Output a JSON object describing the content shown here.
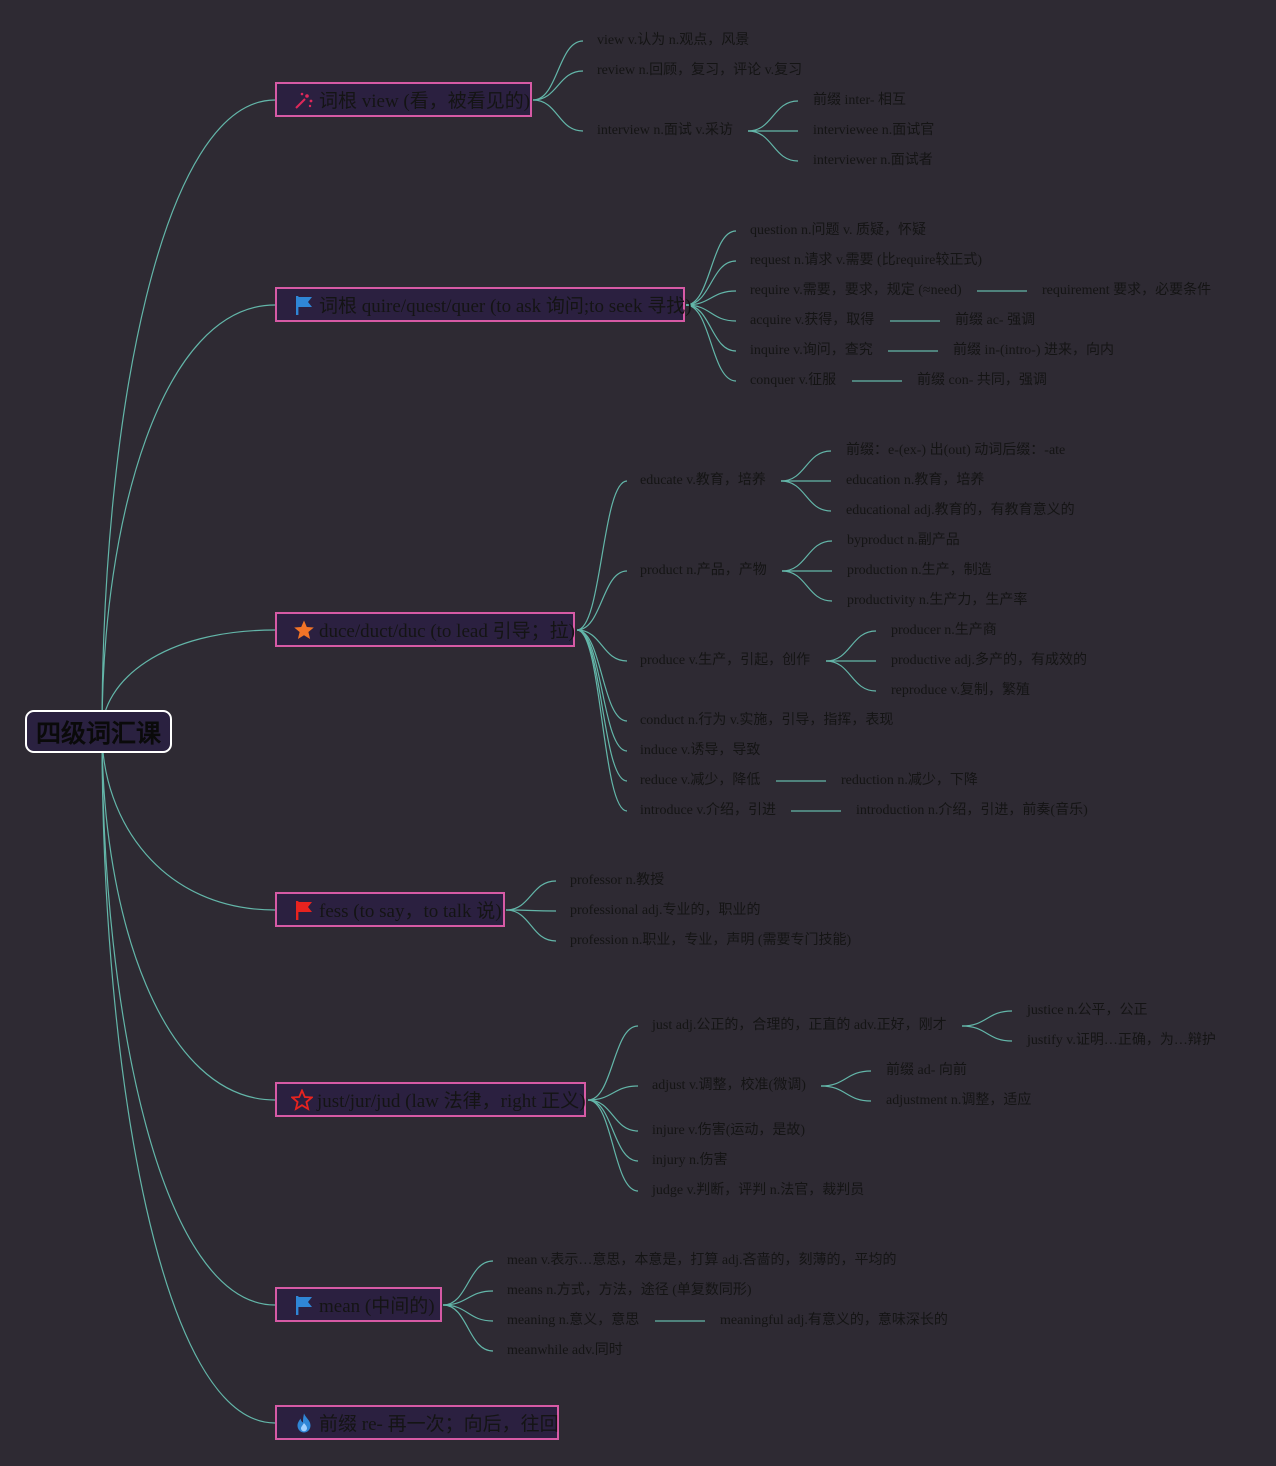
{
  "root": {
    "label": "四级词汇课"
  },
  "colors": {
    "background": "#2e2a33",
    "edge": "#63b6a9",
    "topic_border": "#d65aa5",
    "root_border": "#ffffff"
  },
  "topics": [
    {
      "label": "词根 view (看，被看见的)",
      "icon": "sparkle-icon"
    },
    {
      "label": "词根 quire/quest/quer (to ask 询问;to seek 寻找)",
      "icon": "blue-flag-icon"
    },
    {
      "label": "duce/duct/duc (to lead 引导；拉)",
      "icon": "orange-star-icon"
    },
    {
      "label": "fess (to say，to talk 说)",
      "icon": "red-flag-icon"
    },
    {
      "label": "just/jur/jud (law 法律，right 正义)",
      "icon": "red-star-outline-icon"
    },
    {
      "label": "mean (中间的)",
      "icon": "blue-flag-icon"
    },
    {
      "label": "前缀 re- 再一次；向后，往回",
      "icon": "blue-flame-icon"
    }
  ],
  "leaves": {
    "view_l1": [
      "view v.认为 n.观点，风景",
      "review n.回顾，复习，评论 v.复习",
      "interview n.面试 v.采访"
    ],
    "view_l2": [
      "前缀 inter- 相互",
      "interviewee n.面试官",
      "interviewer n.面试者"
    ],
    "quire_l1": [
      "question n.问题 v. 质疑，怀疑",
      "request n.请求 v.需要 (比require较正式)",
      "require v.需要，要求，规定 (≈need)",
      "acquire v.获得，取得",
      "inquire v.询问，查究",
      "conquer v.征服"
    ],
    "quire_l2": [
      "requirement 要求，必要条件",
      "前缀 ac- 强调",
      "前缀 in-(intro-) 进来，向内",
      "前缀 con- 共同，强调"
    ],
    "duce_l1": [
      "educate v.教育，培养",
      "product n.产品，产物",
      "produce v.生产，引起，创作",
      "conduct n.行为 v.实施，引导，指挥，表现",
      "induce v.诱导，导致",
      "reduce v.减少，降低",
      "introduce v.介绍，引进"
    ],
    "educate_l2": [
      "前缀：e-(ex-) 出(out) 动词后缀：-ate",
      "education n.教育，培养",
      "educational adj.教育的，有教育意义的"
    ],
    "product_l2": [
      "byproduct n.副产品",
      "production n.生产，制造",
      "productivity n.生产力，生产率"
    ],
    "produce_l2": [
      "producer n.生产商",
      "productive adj.多产的，有成效的",
      "reproduce v.复制，繁殖"
    ],
    "reduce_l2": [
      "reduction n.减少，下降"
    ],
    "introduce_l2": [
      "introduction n.介绍，引进，前奏(音乐)"
    ],
    "fess_l1": [
      "professor n.教授",
      "professional adj.专业的，职业的",
      "profession n.职业，专业，声明 (需要专门技能)"
    ],
    "just_l1": [
      "just adj.公正的，合理的，正直的 adv.正好，刚才",
      "adjust v.调整，校准(微调)",
      "injure v.伤害(运动，是故)",
      "injury n.伤害",
      "judge v.判断，评判 n.法官，裁判员"
    ],
    "just_l2": [
      "justice n.公平，公正",
      "justify v.证明…正确，为…辩护"
    ],
    "adjust_l2": [
      "前缀 ad- 向前",
      "adjustment n.调整，适应"
    ],
    "mean_l1": [
      "mean v.表示…意思，本意是，打算 adj.吝啬的，刻薄的，平均的",
      "means n.方式，方法，途径 (单复数同形)",
      "meaning n.意义，意思",
      "meanwhile adv.同时"
    ],
    "meaning_l2": [
      "meaningful adj.有意义的，意味深长的"
    ]
  }
}
